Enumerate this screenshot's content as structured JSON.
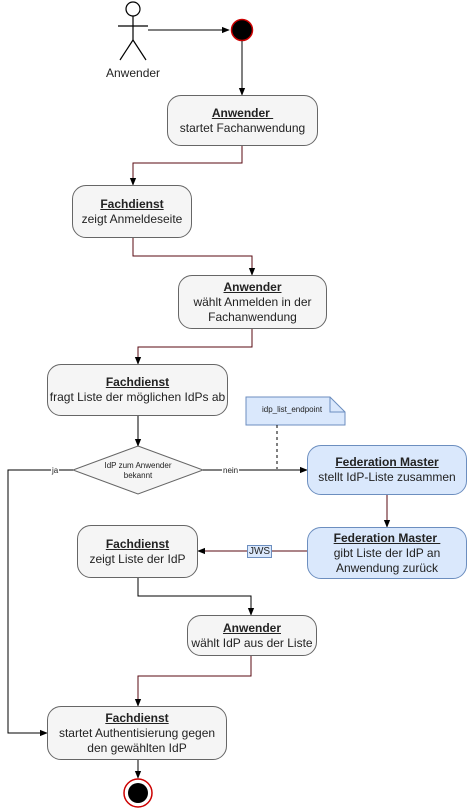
{
  "actor": {
    "label": "Anwender"
  },
  "nodes": {
    "n1": {
      "title": "Anwender ",
      "text": "startet Fachanwendung"
    },
    "n2": {
      "title": "Fachdienst",
      "text": "zeigt Anmeldeseite"
    },
    "n3": {
      "title": "Anwender",
      "text1": "wählt Anmelden in der",
      "text2": "Fachanwendung"
    },
    "n4": {
      "title": "Fachdienst",
      "text": "fragt Liste der möglichen IdPs ab"
    },
    "n5": {
      "title": "Federation Master",
      "text": "stellt IdP-Liste zusammen"
    },
    "n6": {
      "title": "Federation Master ",
      "text1": "gibt Liste der IdP an",
      "text2": "Anwendung zurück"
    },
    "n7": {
      "title": "Fachdienst",
      "text": "zeigt Liste der IdP"
    },
    "n8": {
      "title": "Anwender",
      "text": "wählt IdP aus der Liste"
    },
    "n9": {
      "title": "Fachdienst",
      "text1": "startet Authentisierung gegen",
      "text2": "den gewählten IdP"
    }
  },
  "decision": {
    "line1": "IdP zum Anwender",
    "line2": "bekannt"
  },
  "edge_labels": {
    "yes": "ja",
    "no": "nein",
    "jws": "JWS"
  },
  "note": {
    "text": "idp_list_endpoint"
  },
  "colors": {
    "node_fill": "#f5f5f5",
    "node_stroke": "#666666",
    "federation_fill": "#dae8fc",
    "federation_stroke": "#6c8ebf",
    "flow_arrow": "#5a0a12",
    "start_stroke": "#cc0000"
  }
}
